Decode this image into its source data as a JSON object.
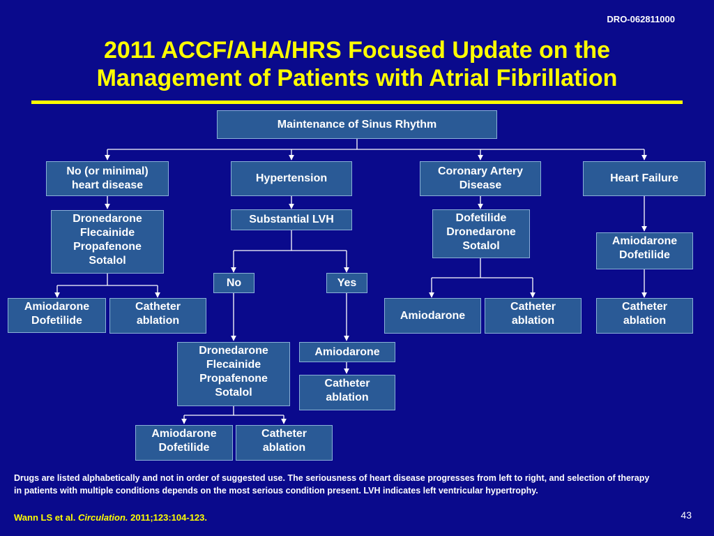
{
  "slide_code": "DRO-062811000",
  "title": {
    "line1": "2011 ACCF/AHA/HRS Focused Update on the",
    "line2": "Management of Patients with Atrial Fibrillation"
  },
  "flowchart": {
    "root": "Maintenance of Sinus Rhythm",
    "no_heart_disease": {
      "label": [
        "No (or minimal)",
        "heart disease"
      ],
      "first_line": [
        "Dronedarone",
        "Flecainide",
        "Propafenone",
        "Sotalol"
      ],
      "option_drugs": [
        "Amiodarone",
        "Dofetilide"
      ],
      "option_ablation": [
        "Catheter",
        "ablation"
      ]
    },
    "hypertension": {
      "label": "Hypertension",
      "lvh_label": "Substantial LVH",
      "no_label": "No",
      "yes_label": "Yes",
      "no_first_line": [
        "Dronedarone",
        "Flecainide",
        "Propafenone",
        "Sotalol"
      ],
      "no_option_drugs": [
        "Amiodarone",
        "Dofetilide"
      ],
      "no_option_ablation": [
        "Catheter",
        "ablation"
      ],
      "yes_drug": "Amiodarone",
      "yes_ablation": [
        "Catheter",
        "ablation"
      ]
    },
    "cad": {
      "label": [
        "Coronary Artery",
        "Disease"
      ],
      "first_line": [
        "Dofetilide",
        "Dronedarone",
        "Sotalol"
      ],
      "option_drug": "Amiodarone",
      "option_ablation": [
        "Catheter",
        "ablation"
      ]
    },
    "heart_failure": {
      "label": "Heart Failure",
      "first_line": [
        "Amiodarone",
        "Dofetilide"
      ],
      "ablation": [
        "Catheter",
        "ablation"
      ]
    }
  },
  "footnote": "Drugs are listed alphabetically and not in order of suggested use. The seriousness of heart disease progresses from left to right, and selection of therapy in patients with multiple conditions depends on the most serious condition present. LVH indicates left ventricular hypertrophy.",
  "citation": {
    "authors": "Wann LS et al.",
    "journal": "Circulation.",
    "ref": "2011;123:104-123."
  },
  "page_number": "43",
  "colors": {
    "background": "#0a0a8c",
    "title": "#ffff00",
    "box_fill": "#2a5a96",
    "box_border": "#8ab0d8",
    "text": "#ffffff"
  }
}
